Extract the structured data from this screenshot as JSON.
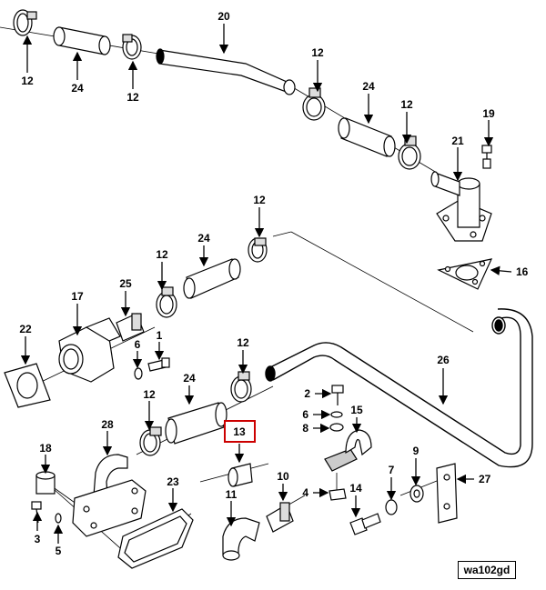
{
  "diagram": {
    "reference_code": "wa102gd",
    "highlight_color": "#cc0000",
    "highlighted_callout": "13",
    "callouts": {
      "c1": "1",
      "c2": "2",
      "c3": "3",
      "c4": "4",
      "c5": "5",
      "c6a": "6",
      "c6b": "6",
      "c7": "7",
      "c8": "8",
      "c9": "9",
      "c10": "10",
      "c11": "11",
      "c12a": "12",
      "c12b": "12",
      "c12c": "12",
      "c12d": "12",
      "c12e": "12",
      "c12f": "12",
      "c12g": "12",
      "c12h": "12",
      "c13": "13",
      "c14": "14",
      "c15": "15",
      "c16": "16",
      "c17": "17",
      "c18": "18",
      "c19": "19",
      "c20": "20",
      "c21": "21",
      "c22": "22",
      "c23": "23",
      "c24a": "24",
      "c24b": "24",
      "c24c": "24",
      "c24d": "24",
      "c25": "25",
      "c26": "26",
      "c27": "27",
      "c28": "28"
    }
  }
}
